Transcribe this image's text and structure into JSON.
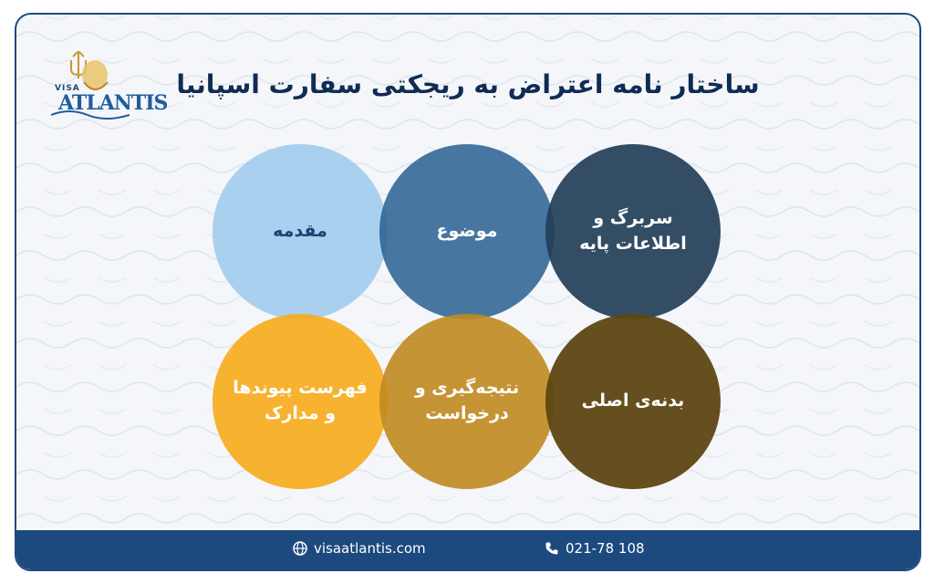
{
  "title": "ساختار نامه اعتراض به ریجکتی سفارت اسپانیا",
  "logo": {
    "small_text": "VISA",
    "brand_text": "ATLANTIS"
  },
  "circles": [
    {
      "label": "سربرگ و اطلاعات پایه",
      "color": "#233f59"
    },
    {
      "label": "موضوع",
      "color": "#215a8e"
    },
    {
      "label": "مقدمه",
      "color": "#95c5ec"
    },
    {
      "label": "بدنه‌ی اصلی",
      "color": "#5e4612"
    },
    {
      "label": "نتیجه‌گیری و درخواست",
      "color": "#c08a1e"
    },
    {
      "label": "فهرست پیوندها و مدارک",
      "color": "#f6ab1e"
    }
  ],
  "footer": {
    "website": "visaatlantis.com",
    "phone": "021-78 108",
    "website_icon": "globe-icon",
    "phone_icon": "phone-icon",
    "background": "#1d4a7e"
  }
}
